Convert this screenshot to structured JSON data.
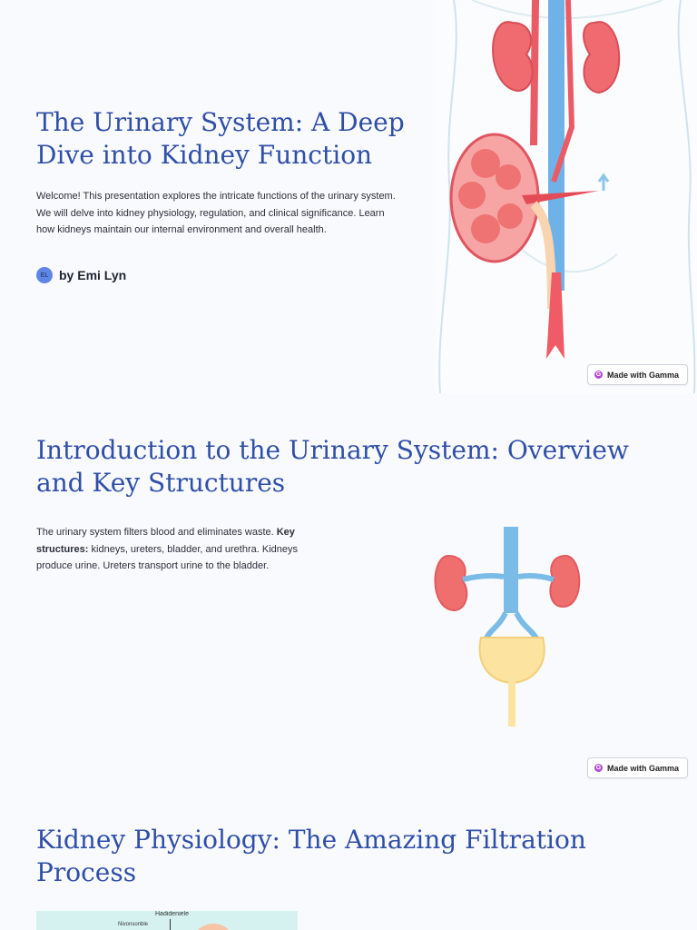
{
  "slides": [
    {
      "title": "The Urinary System: A Deep Dive into Kidney Function",
      "body": " Welcome! This presentation explores the intricate functions of the urinary system. We will delve into kidney physiology, regulation, and clinical significance. Learn how kidneys maintain our internal environment and overall health.",
      "author": {
        "initials": "EL",
        "name": "by Emi Lyn"
      }
    },
    {
      "title": "Introduction to the Urinary System: Overview and Key Structures",
      "body_parts": [
        "The urinary system filters blood and eliminates waste. ",
        "Key structures:",
        " kidneys, ureters, bladder, and urethra. Kidneys produce urine. Ureters transport urine to the bladder."
      ]
    },
    {
      "title": "Kidney Physiology: The Amazing Filtration Process",
      "diagram_label": "Hadideniele",
      "diagram_sublabel": "Nivonsonble"
    }
  ],
  "badge": {
    "label": "Made with Gamma",
    "icon": "gamma-logo-icon"
  },
  "colors": {
    "title": "#2f4fa8",
    "kidney": "#ef6b6f",
    "vessel_blue": "#6fb2e8",
    "bladder": "#fde3a0"
  }
}
